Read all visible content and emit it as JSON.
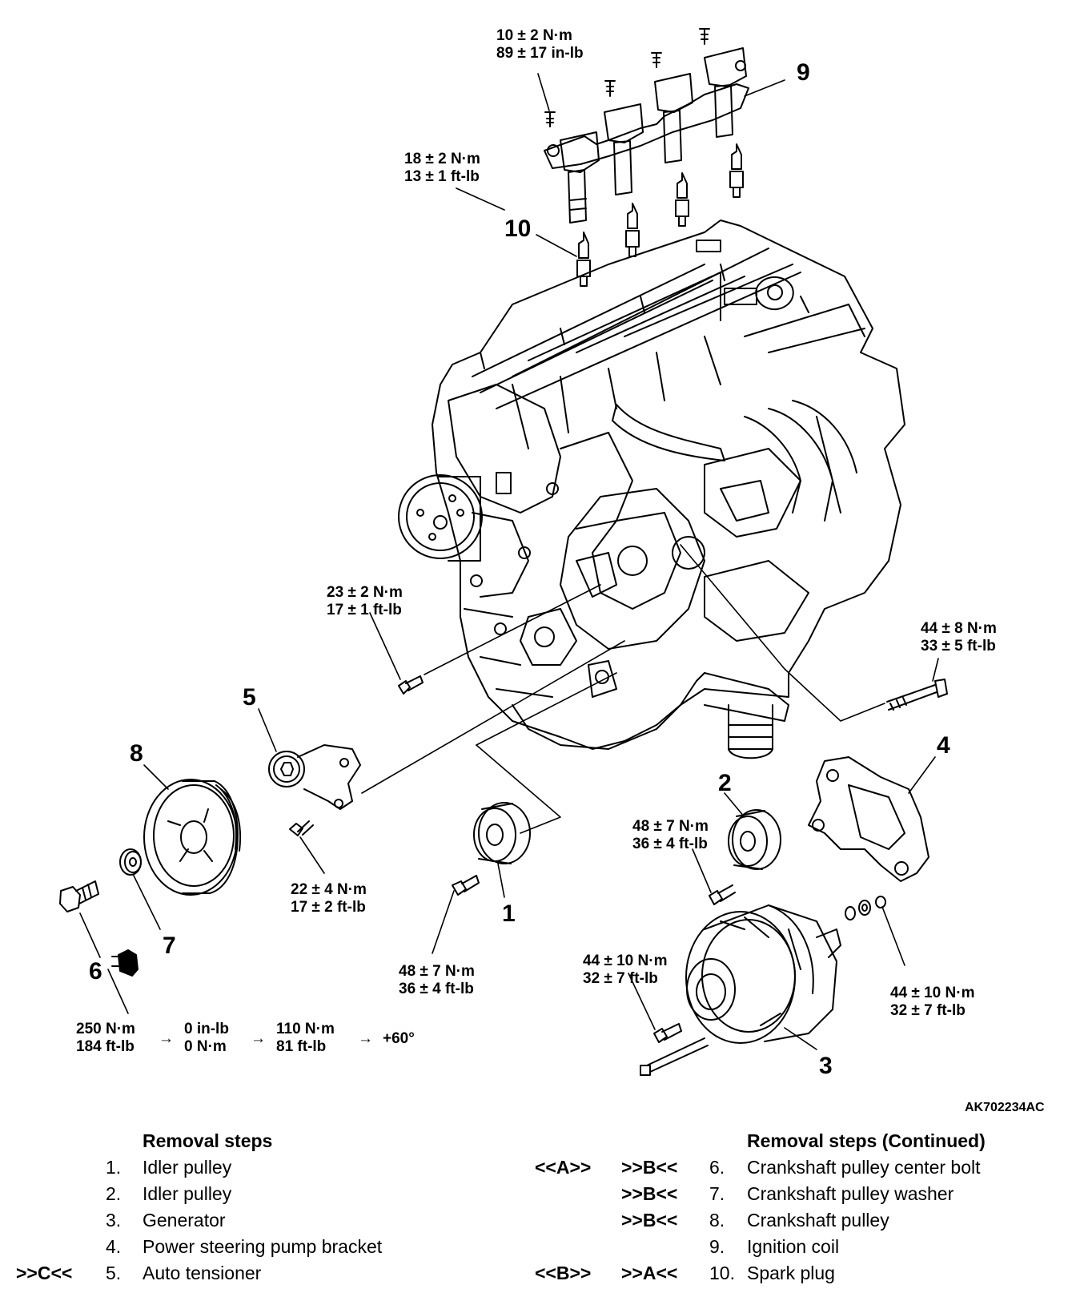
{
  "diagram": {
    "figure_code": "AK702234AC",
    "callouts": {
      "c1": "1",
      "c2": "2",
      "c3": "3",
      "c4": "4",
      "c5": "5",
      "c6": "6",
      "c7": "7",
      "c8": "8",
      "c9": "9",
      "c10": "10"
    },
    "torques": {
      "coil_bolt": [
        "10 ± 2 N·m",
        "89 ± 17 in-lb"
      ],
      "spark_plug": [
        "18 ± 2 N·m",
        "13 ± 1 ft-lb"
      ],
      "tensioner_bracket": [
        "23 ± 2 N·m",
        "17 ± 1 ft-lb"
      ],
      "ps_bracket_bolt": [
        "44 ± 8 N·m",
        "33 ± 5 ft-lb"
      ],
      "tensioner_bolt": [
        "22 ± 4 N·m",
        "17 ± 2 ft-lb"
      ],
      "idler1_bolt": [
        "48 ± 7 N·m",
        "36 ± 4 ft-lb"
      ],
      "idler2_bolt": [
        "48 ± 7 N·m",
        "36 ± 4 ft-lb"
      ],
      "generator_bolt": [
        "44 ± 10 N·m",
        "32 ± 7 ft-lb"
      ],
      "generator_nut": [
        "44 ± 10 N·m",
        "32 ± 7 ft-lb"
      ]
    },
    "crank_sequence": {
      "s1": [
        "250 N·m",
        "184 ft-lb"
      ],
      "s2": [
        "0 in-lb",
        "0 N·m"
      ],
      "s3": [
        "110 N·m",
        "81 ft-lb"
      ],
      "s4": "+60°",
      "arrow": "→"
    }
  },
  "removal_steps": {
    "title": "Removal steps",
    "items": [
      {
        "pre": "",
        "num": "1.",
        "label": "Idler pulley"
      },
      {
        "pre": "",
        "num": "2.",
        "label": "Idler pulley"
      },
      {
        "pre": "",
        "num": "3.",
        "label": "Generator"
      },
      {
        "pre": "",
        "num": "4.",
        "label": "Power steering pump bracket"
      },
      {
        "pre": ">>C<<",
        "num": "5.",
        "label": "Auto tensioner"
      }
    ]
  },
  "removal_steps_continued": {
    "title": "Removal steps (Continued)",
    "items": [
      {
        "a": "<<A>>",
        "b": ">>B<<",
        "num": "6.",
        "label": "Crankshaft pulley center bolt"
      },
      {
        "a": "",
        "b": ">>B<<",
        "num": "7.",
        "label": "Crankshaft pulley washer"
      },
      {
        "a": "",
        "b": ">>B<<",
        "num": "8.",
        "label": "Crankshaft pulley"
      },
      {
        "a": "",
        "b": "",
        "num": "9.",
        "label": "Ignition coil"
      },
      {
        "a": "<<B>>",
        "b": ">>A<<",
        "num": "10.",
        "label": "Spark plug"
      }
    ]
  }
}
